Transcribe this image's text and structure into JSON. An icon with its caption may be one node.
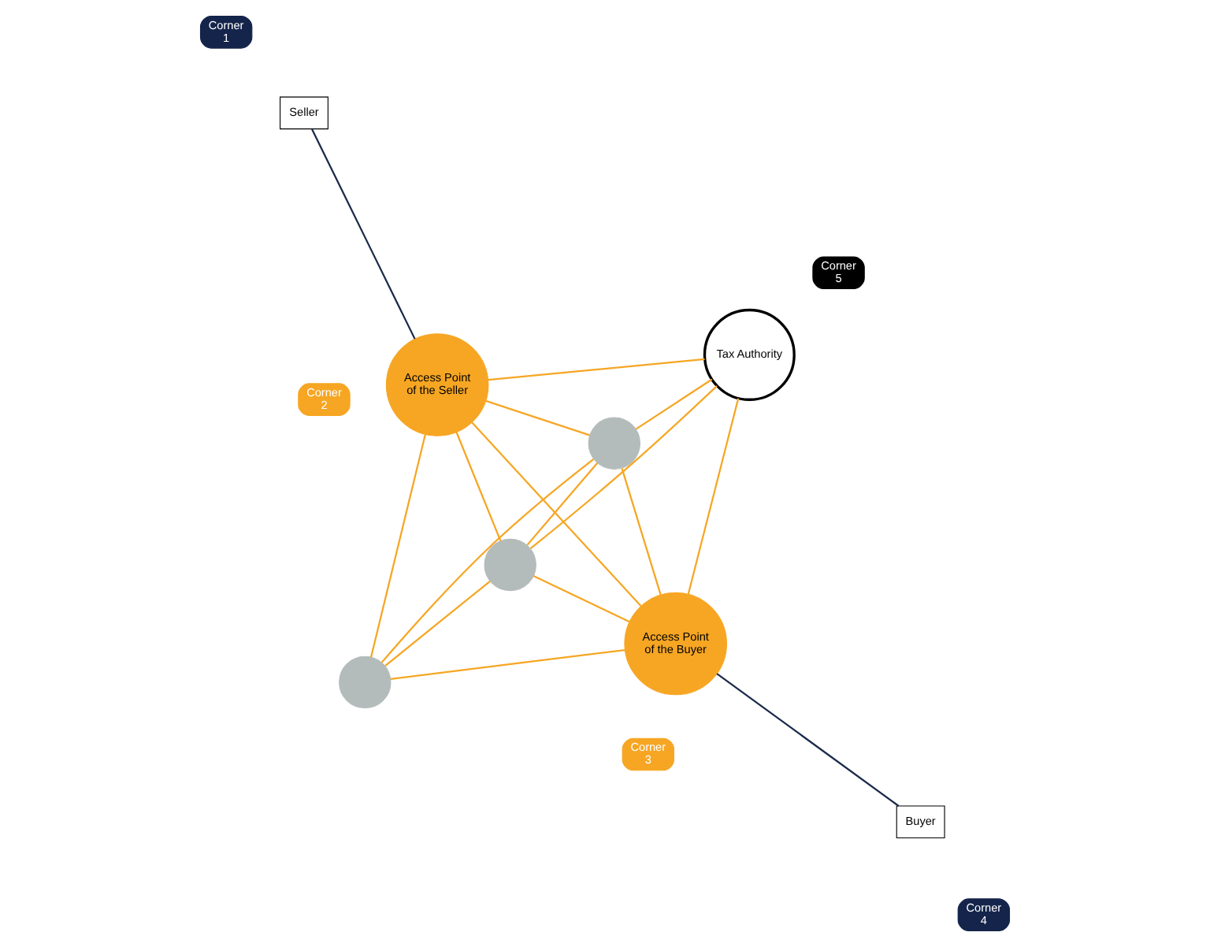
{
  "diagram": {
    "nodes": [
      {
        "text": [
          "Corner",
          "1"
        ]
      },
      {
        "text": [
          "Seller"
        ]
      },
      {
        "text": [
          "Corner",
          "2"
        ]
      },
      {
        "text": [
          "Access Point of the Seller"
        ]
      },
      {
        "text": [],
        "shape": "circle"
      },
      {
        "text": [],
        "shape": "circle"
      },
      {
        "text": [
          "Corner",
          "3"
        ]
      },
      {
        "text": [
          "Access Point of the Buyer"
        ]
      },
      {
        "text": [
          "Corner",
          "4"
        ]
      },
      {
        "text": [
          "Buyer"
        ]
      },
      {
        "text": [],
        "shape": "circle"
      },
      {
        "text": [
          "Corner",
          "5"
        ]
      },
      {
        "text": [
          "Tax Authority"
        ]
      }
    ],
    "edges": [
      {
        "from": 1,
        "to": 3,
        "arrow": "none",
        "color": "#1b2a4a"
      },
      {
        "from": 7,
        "to": 9,
        "arrow": "none",
        "color": "#1b2a4a"
      },
      {
        "from": 4,
        "to": 5,
        "arrow": "none"
      },
      {
        "from": 4,
        "to": 7,
        "arrow": "none"
      },
      {
        "from": 4,
        "to": 3,
        "arrow": "none"
      },
      {
        "from": 4,
        "to": 10,
        "arrow": "none"
      },
      {
        "from": 4,
        "to": 12,
        "arrow": "none"
      },
      {
        "from": 5,
        "to": 7,
        "arrow": "none"
      },
      {
        "from": 5,
        "to": 3,
        "arrow": "none"
      },
      {
        "from": 5,
        "to": 10,
        "arrow": "none"
      },
      {
        "from": 7,
        "to": 3,
        "arrow": "none"
      },
      {
        "from": 7,
        "to": 10,
        "arrow": "none"
      },
      {
        "from": 7,
        "to": 12,
        "arrow": "none"
      },
      {
        "from": 3,
        "to": 12,
        "arrow": "none"
      },
      {
        "from": 3,
        "to": 10,
        "arrow": "none"
      },
      {
        "from": 10,
        "to": 12,
        "arrow": "none"
      }
    ]
  }
}
